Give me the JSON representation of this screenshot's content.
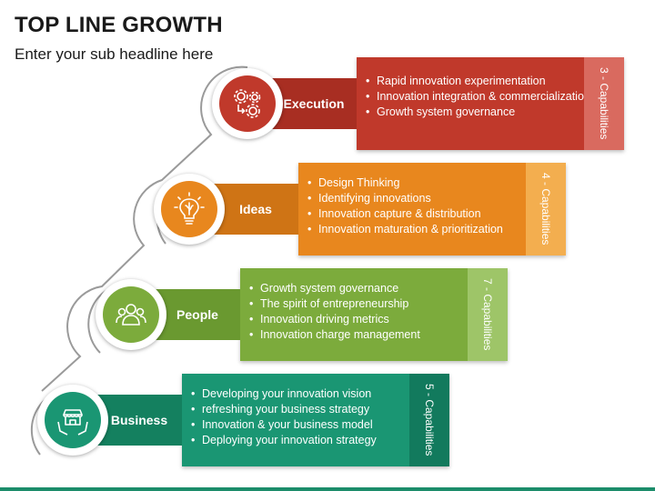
{
  "header": {
    "title": "TOP LINE GROWTH",
    "subtitle": "Enter your sub headline here"
  },
  "tiers": [
    {
      "label": "Execution",
      "icon": "gears-icon",
      "side_label": "3 - Capabilities",
      "color": "#c0392b",
      "side_color": "#d96a5f",
      "items": [
        "Rapid innovation experimentation",
        "Innovation integration & commercialization",
        "Growth system governance"
      ]
    },
    {
      "label": "Ideas",
      "icon": "bulb-brain-icon",
      "side_label": "4 - Capabilities",
      "color": "#e8871e",
      "side_color": "#f3ae4f",
      "items": [
        "Design Thinking",
        "Identifying innovations",
        "Innovation capture & distribution",
        "Innovation maturation & prioritization"
      ]
    },
    {
      "label": "People",
      "icon": "people-icon",
      "side_label": "7 - Capabilities",
      "color": "#7cab3c",
      "side_color": "#9ec568",
      "items": [
        "Growth system governance",
        "The spirit of entrepreneurship",
        "Innovation driving metrics",
        "Innovation charge management"
      ]
    },
    {
      "label": "Business",
      "icon": "shop-hands-icon",
      "side_label": "5 - Capabilities",
      "color": "#1a9673",
      "side_color": "#127a5d",
      "items": [
        "Developing your innovation vision",
        "refreshing your business strategy",
        "Innovation & your business model",
        "Deploying your innovation strategy"
      ]
    }
  ]
}
